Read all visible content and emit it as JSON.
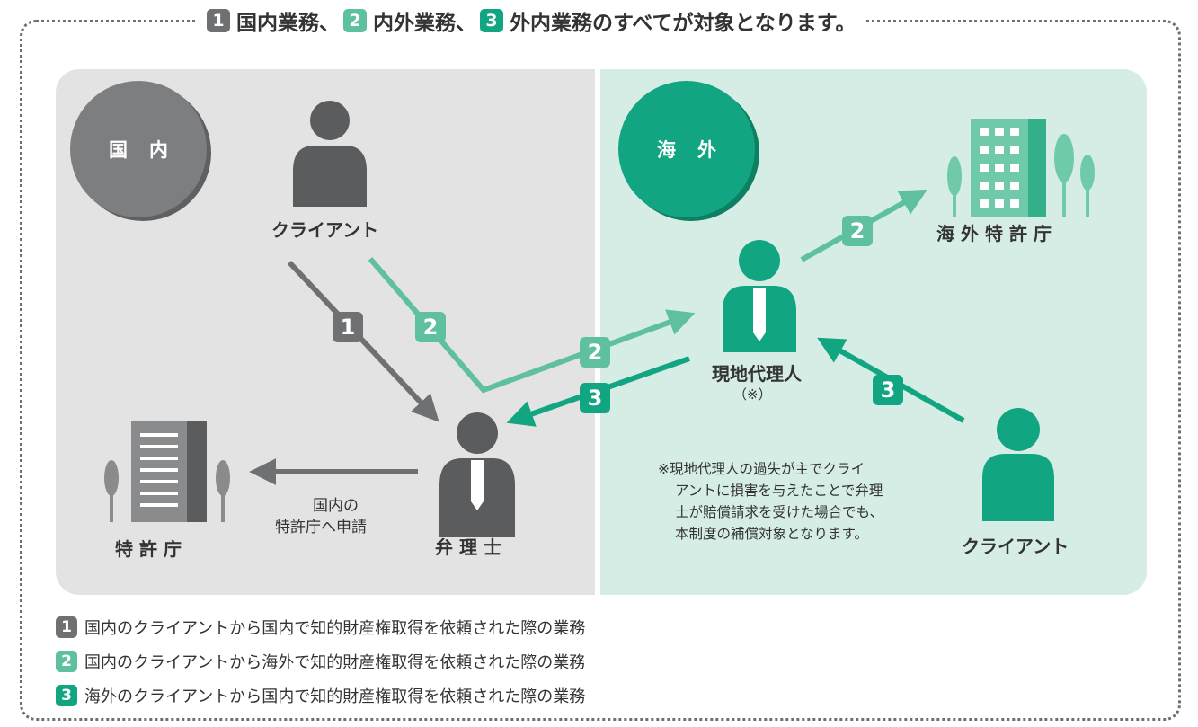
{
  "title": {
    "badge1": "1",
    "text1": "国内業務、",
    "badge2": "2",
    "text2": "内外業務、",
    "badge3": "3",
    "text3": "外内業務のすべてが対象となります。"
  },
  "regions": {
    "domestic": "国内",
    "overseas": "海外"
  },
  "nodes": {
    "domestic_client": "クライアント",
    "patent_attorney": "弁理士",
    "patent_office": "特許庁",
    "local_agent": "現地代理人",
    "local_agent_note_mark": "（※）",
    "overseas_patent_office": "海外特許庁",
    "overseas_client": "クライアント"
  },
  "flow_labels": {
    "domestic_filing_line1": "国内の",
    "domestic_filing_line2": "特許庁へ申請"
  },
  "arrow_badges": {
    "client_to_attorney": "1",
    "client_to_agent_a": "2",
    "client_to_agent_b": "2",
    "agent_to_office": "2",
    "agent_to_attorney": "3",
    "overseas_client_to_agent": "3"
  },
  "note": {
    "line1": "※現地代理人の過失が主でクライ",
    "line2": "アントに損害を与えたことで弁理",
    "line3": "士が賠償請求を受けた場合でも、",
    "line4": "本制度の補償対象となります。"
  },
  "legend": [
    {
      "badge": "1",
      "text": "国内のクライアントから国内で知的財産権取得を依頼された際の業務"
    },
    {
      "badge": "2",
      "text": "国内のクライアントから海外で知的財産権取得を依頼された際の業務"
    },
    {
      "badge": "3",
      "text": "海外のクライアントから国内で知的財産権取得を依頼された際の業務"
    }
  ],
  "colors": {
    "type1": "#6f7072",
    "type2": "#5fc0a0",
    "type3": "#12a582",
    "person_gray": "#5b5c5e",
    "person_green": "#12a582",
    "domestic_panel": "#e3e3e4",
    "overseas_panel": "#d6ede5"
  }
}
